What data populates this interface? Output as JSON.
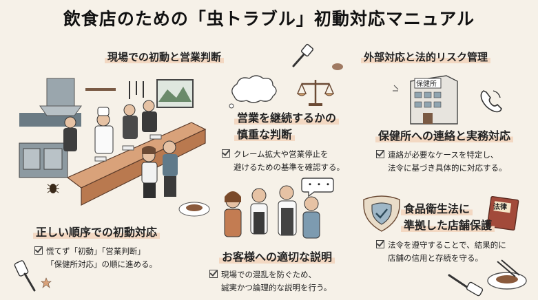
{
  "title": "飲食店のための「虫トラブル」初動対応マニュアル",
  "sections": {
    "left": "現場での初動と営業判断",
    "right": "外部対応と法的リスク管理"
  },
  "items": {
    "decision": {
      "heading_1": "営業を継続するかの",
      "heading_2": "慎重な判断",
      "text_1": "クレーム拡大や営業停止を",
      "text_2": "避けるための基準を確認する。"
    },
    "order": {
      "heading": "正しい順序での初動対応",
      "text_1": "慌てず「初動」「営業判断」",
      "text_2": "「保健所対応」の順に進める。"
    },
    "explain": {
      "heading": "お客様への適切な説明",
      "text_1": "現場での混乱を防ぐため、",
      "text_2": "誠実かつ論理的な説明を行う。"
    },
    "health": {
      "heading": "保健所への連絡と実務対応",
      "text_1": "連絡が必要なケースを特定し、",
      "text_2": "法令に基づき具体的に対応する。"
    },
    "law": {
      "heading_1": "食品衛生法に",
      "heading_2": "準拠した店舗保護",
      "text_1": "法令を遵守することで、結果的に",
      "text_2": "店舗の信用と存続を守る。"
    }
  },
  "illustration_labels": {
    "building_sign": "保健所",
    "book_label": "法律",
    "speech_dots": "・・・"
  },
  "colors": {
    "background": "#f6f1e8",
    "highlight": "#f3d8c2",
    "counter": "#c98a5c"
  }
}
